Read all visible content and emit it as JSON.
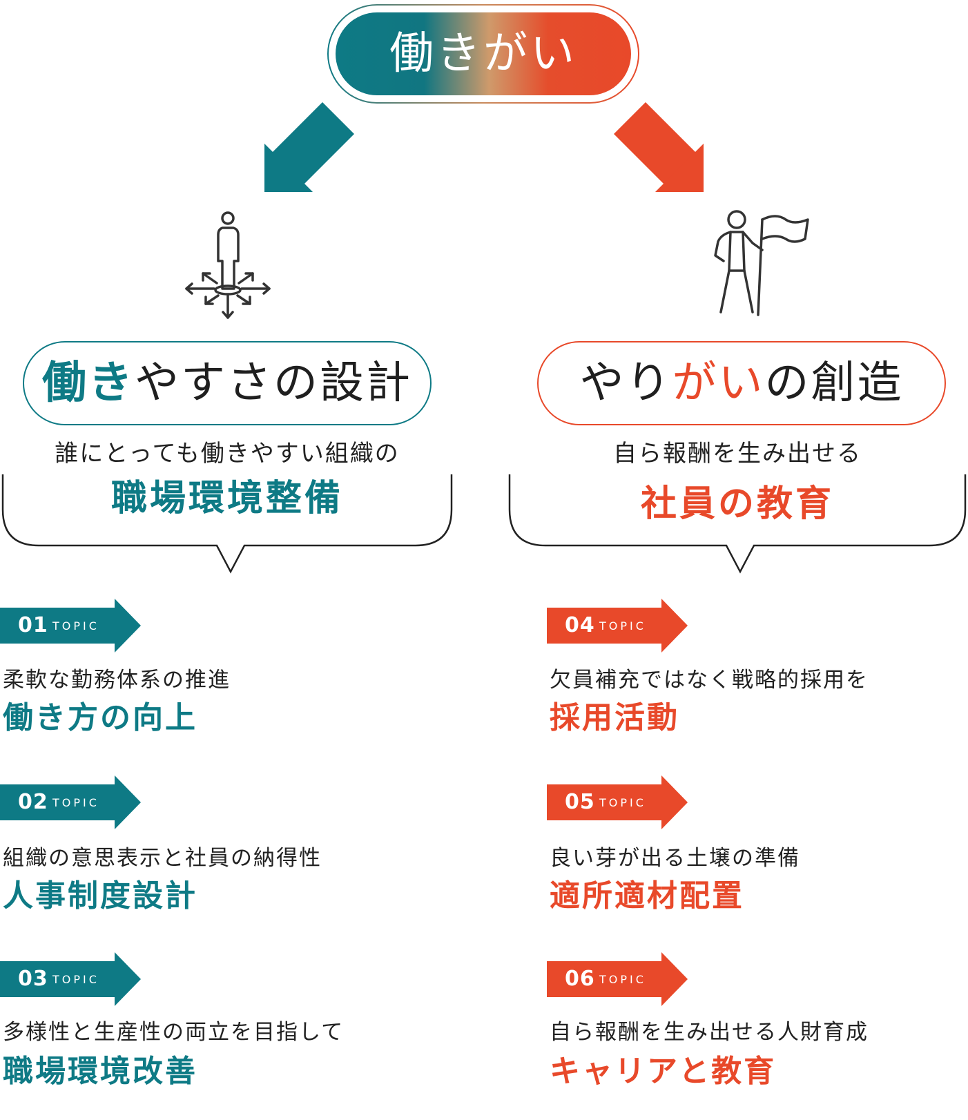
{
  "top": {
    "title": "働きがい"
  },
  "colors": {
    "teal": "#0e7a85",
    "orange": "#e8492a"
  },
  "left": {
    "heading_accent": "働き",
    "heading_rest": "やすさの設計",
    "sub": "誰にとっても働きやすい組織の",
    "big": "職場環境整備",
    "icon": "person-arrows-icon",
    "topics": [
      {
        "num": "01",
        "word": "TOPIC",
        "desc": "柔軟な勤務体系の推進",
        "title": "働き方の向上"
      },
      {
        "num": "02",
        "word": "TOPIC",
        "desc": "組織の意思表示と社員の納得性",
        "title": "人事制度設計"
      },
      {
        "num": "03",
        "word": "TOPIC",
        "desc": "多様性と生産性の両立を目指して",
        "title": "職場環境改善"
      }
    ]
  },
  "right": {
    "heading_pre": "やり",
    "heading_accent": "がい",
    "heading_rest": "の創造",
    "sub": "自ら報酬を生み出せる",
    "big": "社員の教育",
    "icon": "person-flag-icon",
    "topics": [
      {
        "num": "04",
        "word": "TOPIC",
        "desc": "欠員補充ではなく戦略的採用を",
        "title": "採用活動"
      },
      {
        "num": "05",
        "word": "TOPIC",
        "desc": "良い芽が出る土壌の準備",
        "title": "適所適材配置"
      },
      {
        "num": "06",
        "word": "TOPIC",
        "desc": "自ら報酬を生み出せる人財育成",
        "title": "キャリアと教育"
      }
    ]
  }
}
